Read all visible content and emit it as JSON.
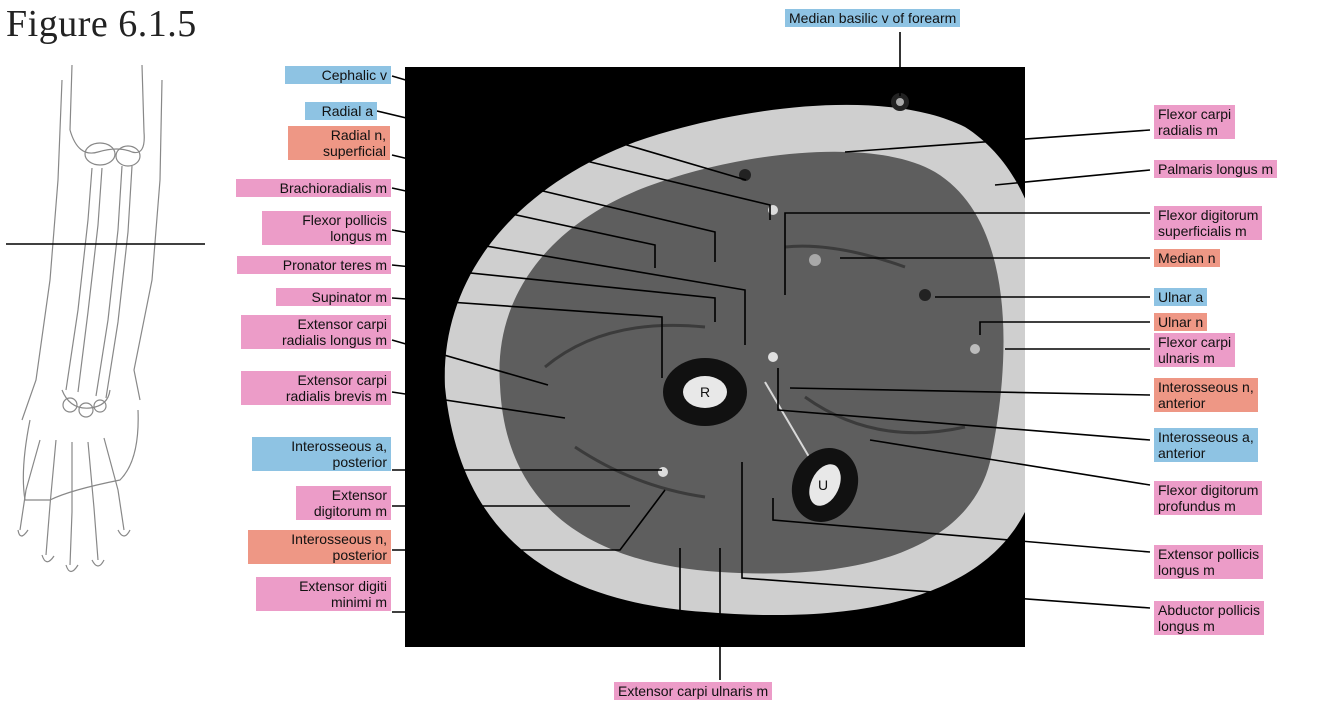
{
  "figure": {
    "title": "Figure 6.1.5"
  },
  "colors": {
    "pink": "#ec9cc8",
    "blue": "#8ec3e3",
    "salmon": "#ee9785"
  },
  "mri": {
    "bone_radius_label": "R",
    "bone_ulna_label": "U"
  },
  "labels": {
    "median_basilic_v": "Median basilic v of forearm",
    "cephalic_v": "Cephalic v",
    "radial_a": "Radial a",
    "radial_n": "Radial n,\nsuperficial",
    "brachioradialis": "Brachioradialis m",
    "flexor_pollicis_longus": "Flexor pollicis\nlongus m",
    "pronator_teres": "Pronator teres m",
    "supinator": "Supinator m",
    "ecrl": "Extensor carpi\nradialis longus m",
    "ecrb": "Extensor carpi\nradialis brevis m",
    "interosseous_a_post": "Interosseous a,\nposterior",
    "extensor_digitorum": "Extensor\ndigitorum m",
    "interosseous_n_post": "Interosseous n,\nposterior",
    "extensor_digiti_minimi": "Extensor digiti\nminimi m",
    "ecu": "Extensor carpi ulnaris m",
    "fcr": "Flexor carpi\nradialis m",
    "palmaris_longus": "Palmaris longus m",
    "fds": "Flexor digitorum\nsuperficialis m",
    "median_n": "Median n",
    "ulnar_a": "Ulnar a",
    "ulnar_n": "Ulnar n",
    "fcu": "Flexor carpi\nulnaris m",
    "interosseous_n_ant": "Interosseous n,\nanterior",
    "interosseous_a_ant": "Interosseous a,\nanterior",
    "fdp": "Flexor digitorum\nprofundus m",
    "epl": "Extensor pollicis\nlongus m",
    "apl": "Abductor pollicis\nlongus m"
  }
}
